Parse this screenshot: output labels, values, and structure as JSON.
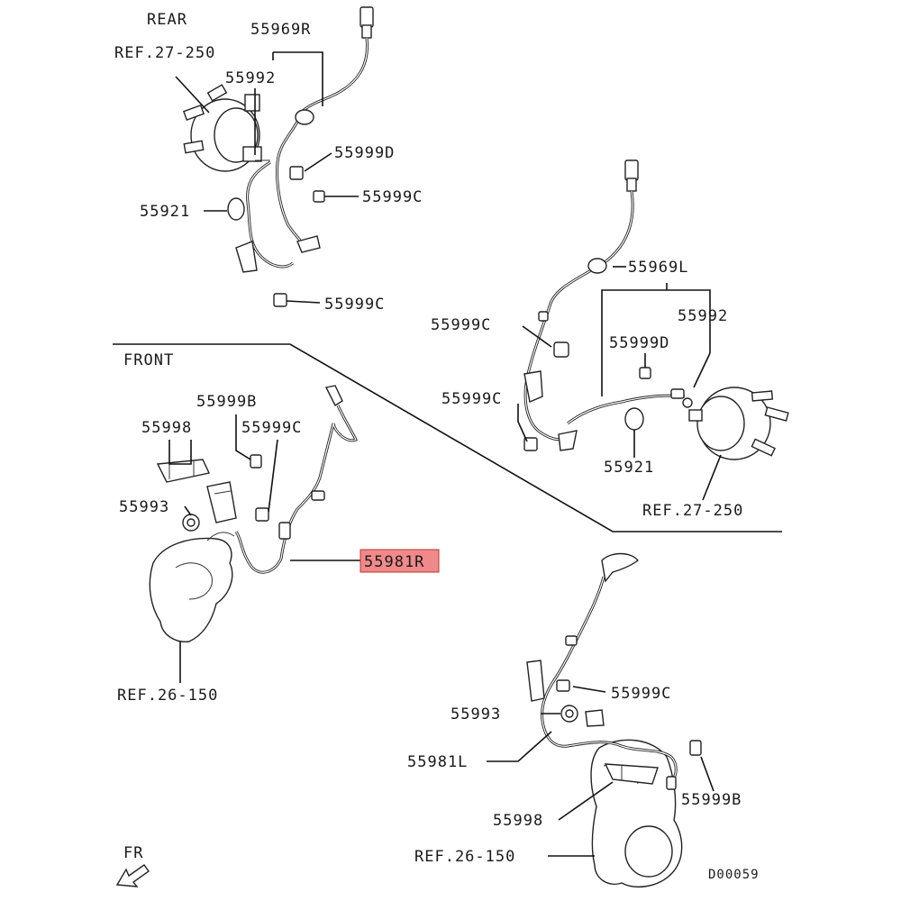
{
  "sections": {
    "rear": "REAR",
    "front": "FRONT"
  },
  "labels": {
    "ref_27_250_top": "REF.27-250",
    "p55969R": "55969R",
    "p55992_top": "55992",
    "p55999D_top": "55999D",
    "p55999C_top1": "55999C",
    "p55921_top": "55921",
    "p55999C_top2": "55999C",
    "p55969L": "55969L",
    "p55999C_mid1": "55999C",
    "p55992_mid": "55992",
    "p55999D_mid": "55999D",
    "p55999C_mid2": "55999C",
    "p55921_mid": "55921",
    "ref_27_250_mid": "REF.27-250",
    "p55999B_front": "55999B",
    "p55998_front": "55998",
    "p55999C_front": "55999C",
    "p55993_front": "55993",
    "p55981R": "55981R",
    "ref_26_150_front": "REF.26-150",
    "p55999C_bot": "55999C",
    "p55993_bot": "55993",
    "p55981L": "55981L",
    "p55999B_bot": "55999B",
    "p55998_bot": "55998",
    "ref_26_150_bot": "REF.26-150",
    "fr": "FR",
    "diagram_code": "D00059"
  },
  "highlight_color": "#f08a8a"
}
